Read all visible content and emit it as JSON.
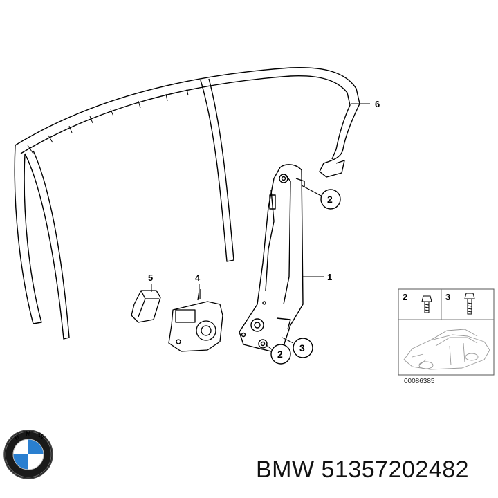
{
  "diagram": {
    "callouts": [
      {
        "id": "callout-1",
        "label": "1"
      },
      {
        "id": "callout-2-top",
        "label": "2"
      },
      {
        "id": "callout-2-bottom",
        "label": "2"
      },
      {
        "id": "callout-3",
        "label": "3"
      },
      {
        "id": "callout-4",
        "label": "4"
      },
      {
        "id": "callout-5",
        "label": "5"
      },
      {
        "id": "callout-6",
        "label": "6"
      }
    ],
    "hardware_box": {
      "label_bolt_2": "2",
      "label_bolt_3": "3",
      "image_code": "00086385"
    }
  },
  "footer": {
    "brand": "BMW",
    "part_number": "51357202482",
    "logo_letters": "BMW"
  },
  "colors": {
    "line": "#000000",
    "logo_blue": "#2a7fd0",
    "logo_black": "#111111"
  }
}
